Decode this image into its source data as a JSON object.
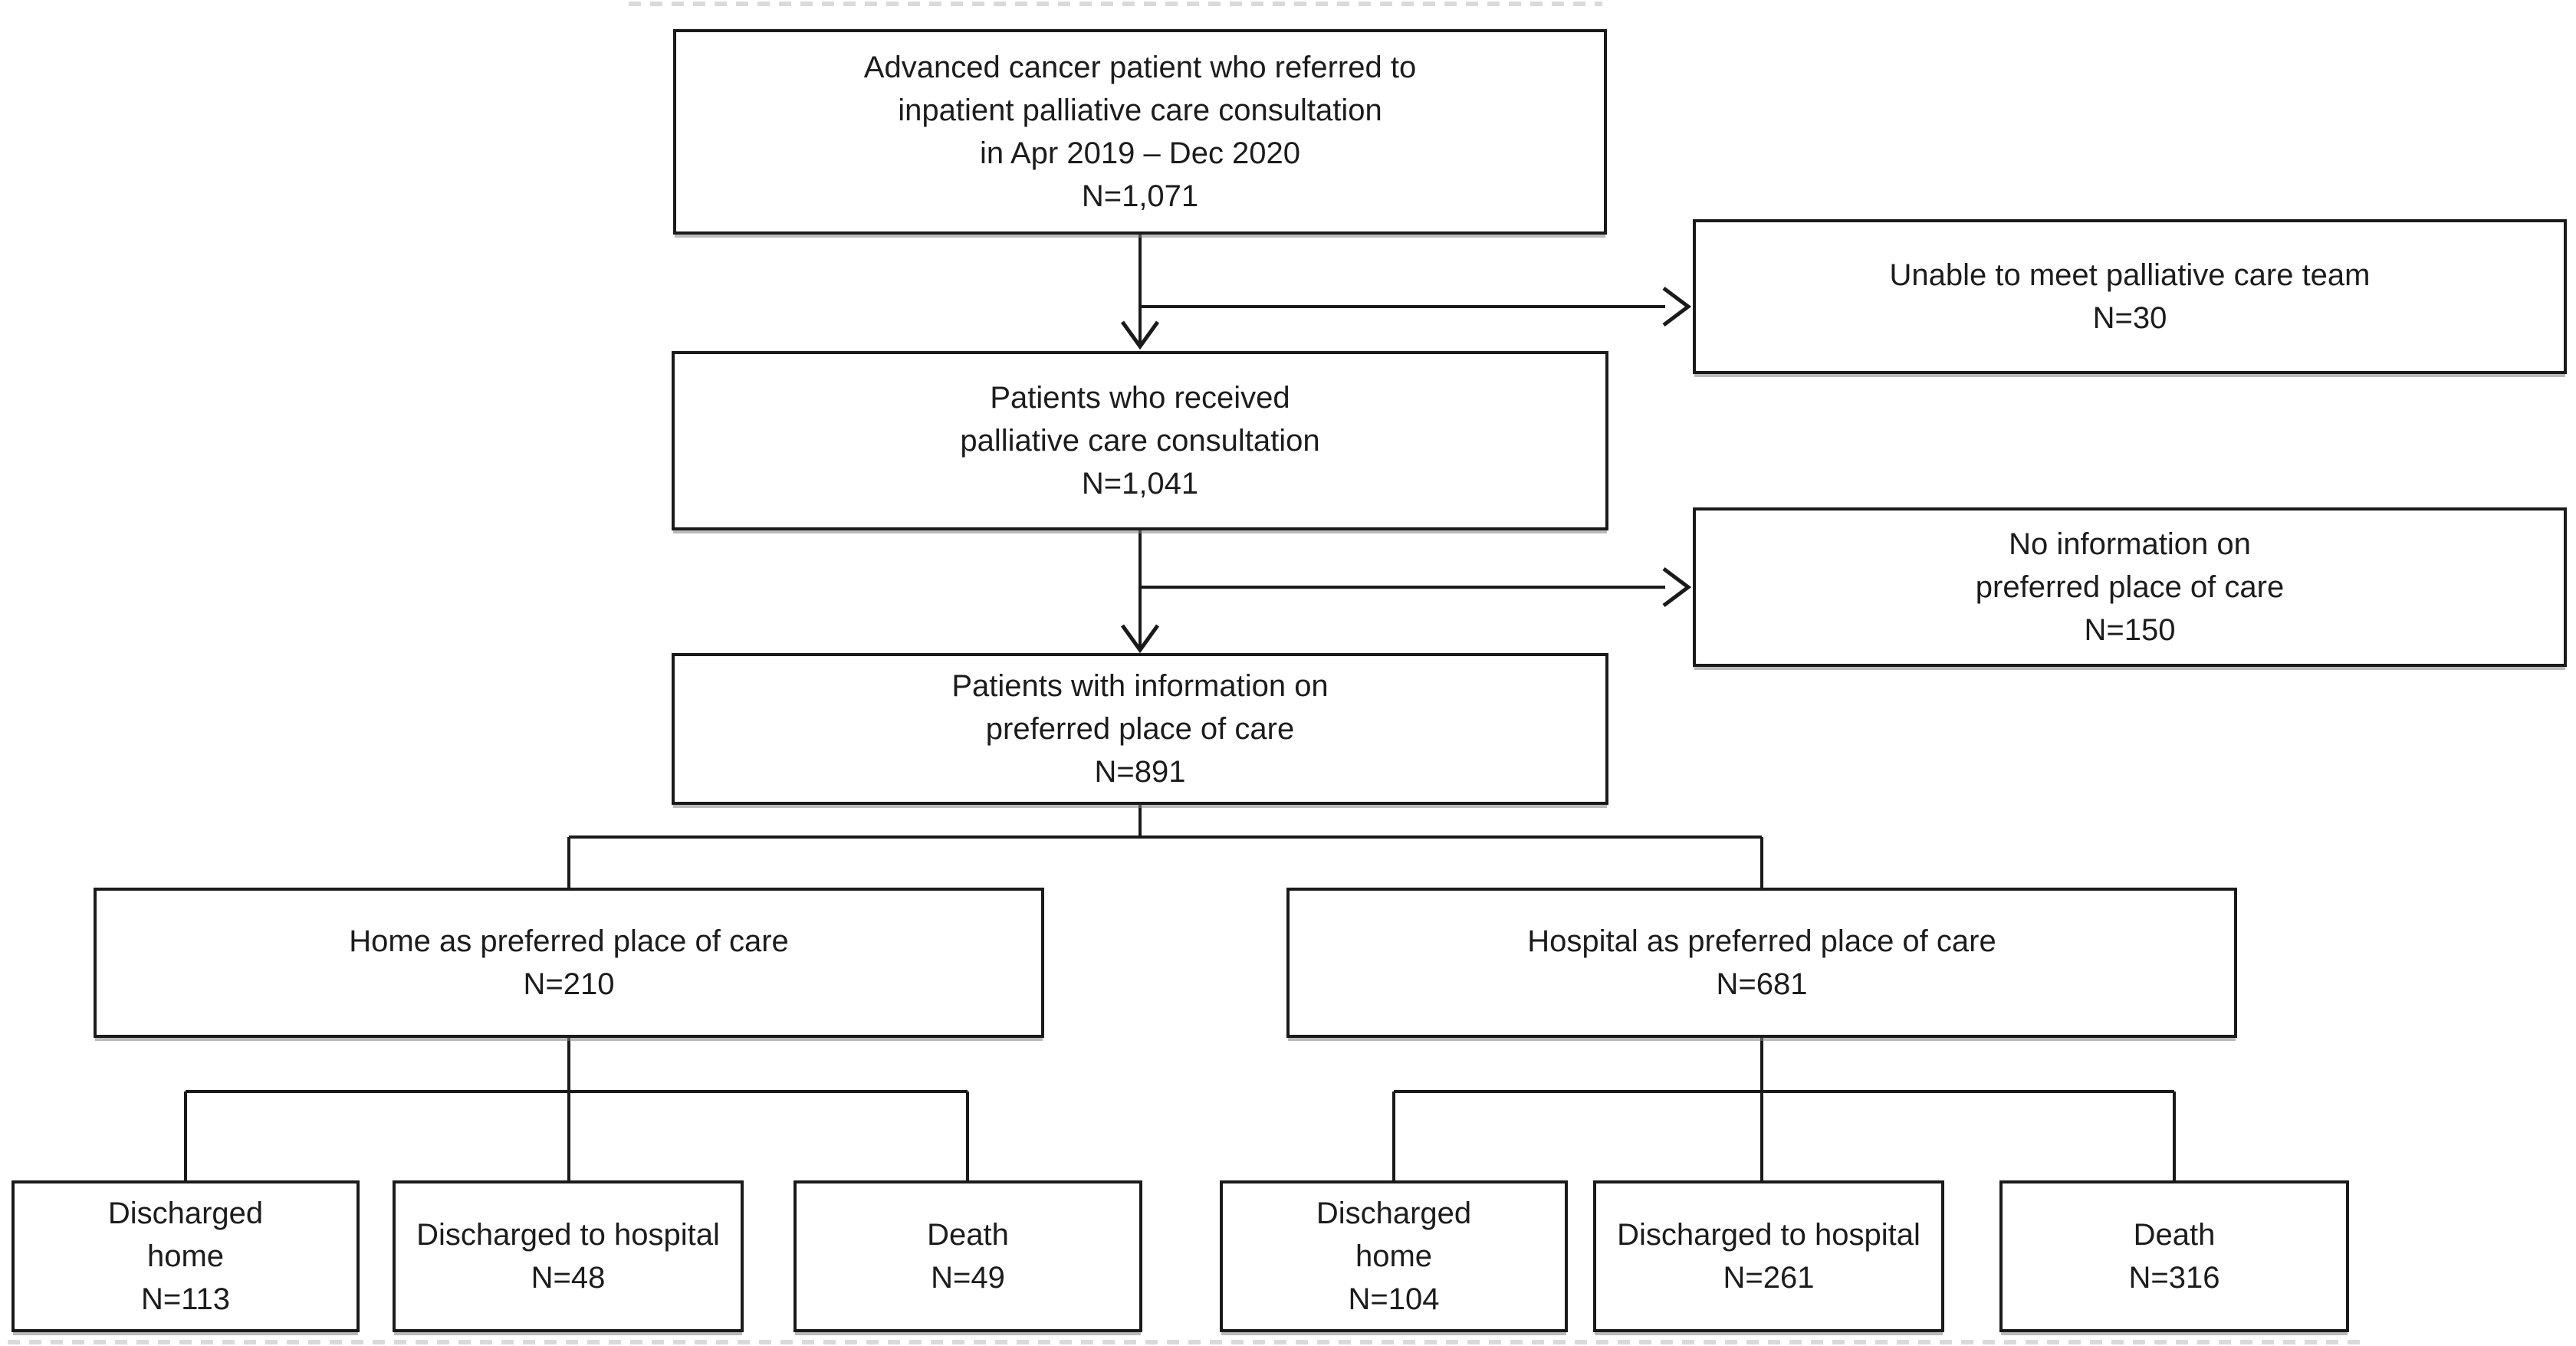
{
  "diagram": {
    "type": "flowchart",
    "background_color": "#ffffff",
    "box_fill": "#ffffff",
    "box_border_color": "#1a1a1a",
    "line_color": "#1a1a1a",
    "text_color": "#1c1c1c",
    "nodes": {
      "referred": {
        "lines": [
          "Advanced cancer patient who referred to",
          "inpatient palliative care consultation",
          "in Apr 2019 – Dec 2020",
          "N=1,071"
        ],
        "n": "1,071"
      },
      "unable": {
        "lines": [
          "Unable to meet palliative care team",
          "N=30"
        ],
        "n": "30"
      },
      "received": {
        "lines": [
          "Patients who received",
          "palliative care consultation",
          "N=1,041"
        ],
        "n": "1,041"
      },
      "no_info": {
        "lines": [
          "No information on",
          "preferred place of care",
          "N=150"
        ],
        "n": "150"
      },
      "with_info": {
        "lines": [
          "Patients with information on",
          "preferred place of care",
          "N=891"
        ],
        "n": "891"
      },
      "home_preferred": {
        "lines": [
          "Home as preferred place of care",
          "N=210"
        ],
        "n": "210"
      },
      "hospital_preferred": {
        "lines": [
          "Hospital as preferred place of care",
          "N=681"
        ],
        "n": "681"
      },
      "home_discharged_home": {
        "lines": [
          "Discharged",
          "home",
          "N=113"
        ],
        "n": "113"
      },
      "home_discharged_hospital": {
        "lines": [
          "Discharged to hospital",
          "N=48"
        ],
        "n": "48"
      },
      "home_death": {
        "lines": [
          "Death",
          "N=49"
        ],
        "n": "49"
      },
      "hospital_discharged_home": {
        "lines": [
          "Discharged",
          "home",
          "N=104"
        ],
        "n": "104"
      },
      "hospital_discharged_hospital": {
        "lines": [
          "Discharged to hospital",
          "N=261"
        ],
        "n": "261"
      },
      "hospital_death": {
        "lines": [
          "Death",
          "N=316"
        ],
        "n": "316"
      }
    },
    "edges": [
      {
        "from": "referred",
        "to": "received",
        "arrow": true
      },
      {
        "from": "referred",
        "to": "unable",
        "arrow": true
      },
      {
        "from": "received",
        "to": "with_info",
        "arrow": true
      },
      {
        "from": "received",
        "to": "no_info",
        "arrow": true
      },
      {
        "from": "with_info",
        "to": "home_preferred",
        "arrow": false
      },
      {
        "from": "with_info",
        "to": "hospital_preferred",
        "arrow": false
      },
      {
        "from": "home_preferred",
        "to": "home_discharged_home",
        "arrow": false
      },
      {
        "from": "home_preferred",
        "to": "home_discharged_hospital",
        "arrow": false
      },
      {
        "from": "home_preferred",
        "to": "home_death",
        "arrow": false
      },
      {
        "from": "hospital_preferred",
        "to": "hospital_discharged_home",
        "arrow": false
      },
      {
        "from": "hospital_preferred",
        "to": "hospital_discharged_hospital",
        "arrow": false
      },
      {
        "from": "hospital_preferred",
        "to": "hospital_death",
        "arrow": false
      }
    ]
  }
}
